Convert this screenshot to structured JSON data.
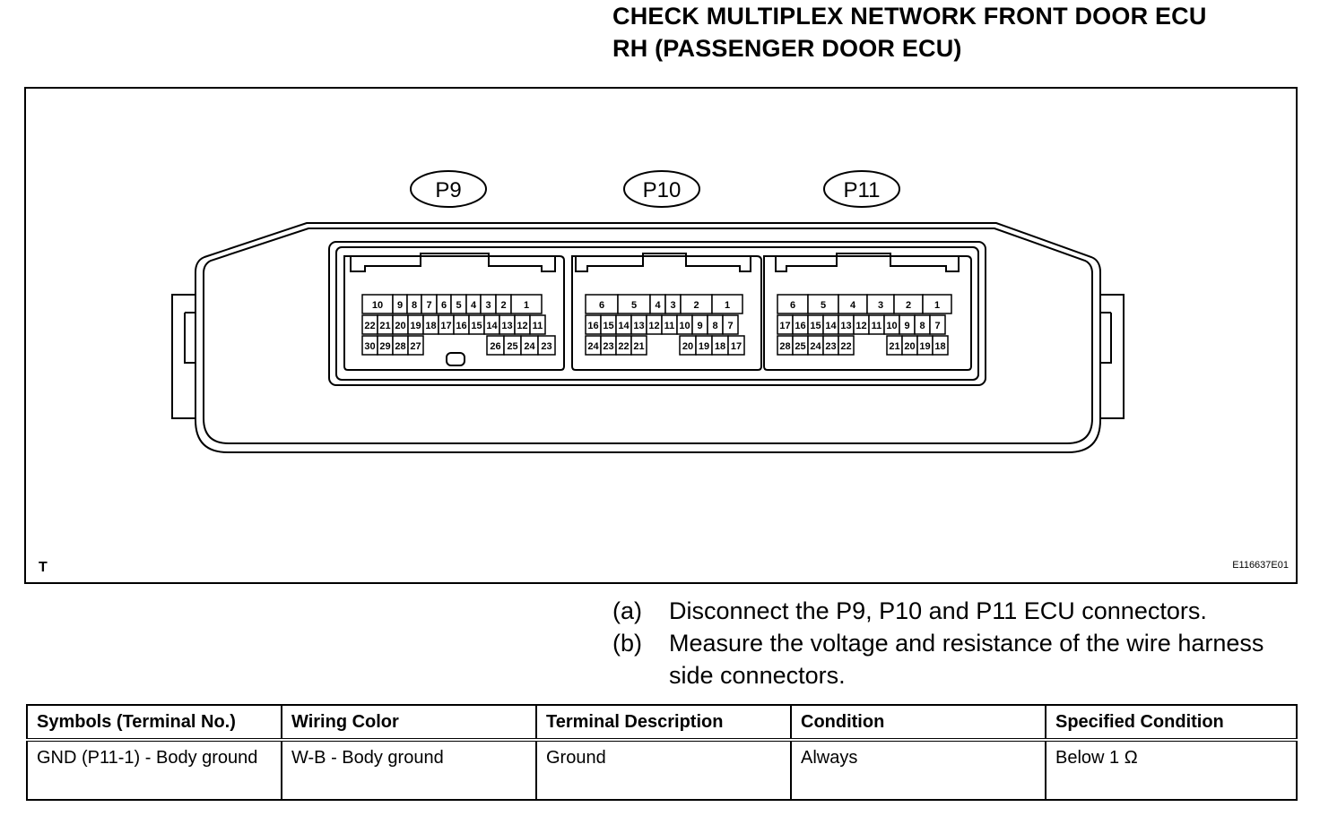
{
  "title": {
    "line1": "CHECK MULTIPLEX NETWORK FRONT DOOR ECU",
    "line2": "RH (PASSENGER DOOR ECU)"
  },
  "figure": {
    "connectors": [
      {
        "label": "P9",
        "rows": [
          [
            "10",
            "9",
            "8",
            "7",
            "6",
            "5",
            "4",
            "3",
            "2",
            "1"
          ],
          [
            "22",
            "21",
            "20",
            "19",
            "18",
            "17",
            "16",
            "15",
            "14",
            "13",
            "12",
            "11"
          ],
          [
            "30",
            "29",
            "28",
            "27",
            "26",
            "25",
            "24",
            "23"
          ]
        ]
      },
      {
        "label": "P10",
        "rows": [
          [
            "6",
            "5",
            "4",
            "3",
            "2",
            "1"
          ],
          [
            "16",
            "15",
            "14",
            "13",
            "12",
            "11",
            "10",
            "9",
            "8",
            "7"
          ],
          [
            "24",
            "23",
            "22",
            "21",
            "20",
            "19",
            "18",
            "17"
          ]
        ]
      },
      {
        "label": "P11",
        "rows": [
          [
            "6",
            "5",
            "4",
            "3",
            "2",
            "1"
          ],
          [
            "17",
            "16",
            "15",
            "14",
            "13",
            "12",
            "11",
            "10",
            "9",
            "8",
            "7"
          ],
          [
            "28",
            "25",
            "24",
            "23",
            "22",
            "21",
            "20",
            "19",
            "18"
          ]
        ]
      }
    ],
    "corner_mark": "T",
    "figure_code": "E116637E01"
  },
  "steps": [
    {
      "letter": "(a)",
      "text": "Disconnect the P9, P10 and P11 ECU connectors."
    },
    {
      "letter": "(b)",
      "text": "Measure the voltage and resistance of the wire harness side connectors."
    }
  ],
  "table": {
    "headers": [
      "Symbols (Terminal No.)",
      "Wiring Color",
      "Terminal Description",
      "Condition",
      "Specified Condition"
    ],
    "rows": [
      [
        "GND (P11-1) - Body ground",
        "W-B - Body ground",
        "Ground",
        "Always",
        "Below 1 Ω"
      ]
    ]
  }
}
